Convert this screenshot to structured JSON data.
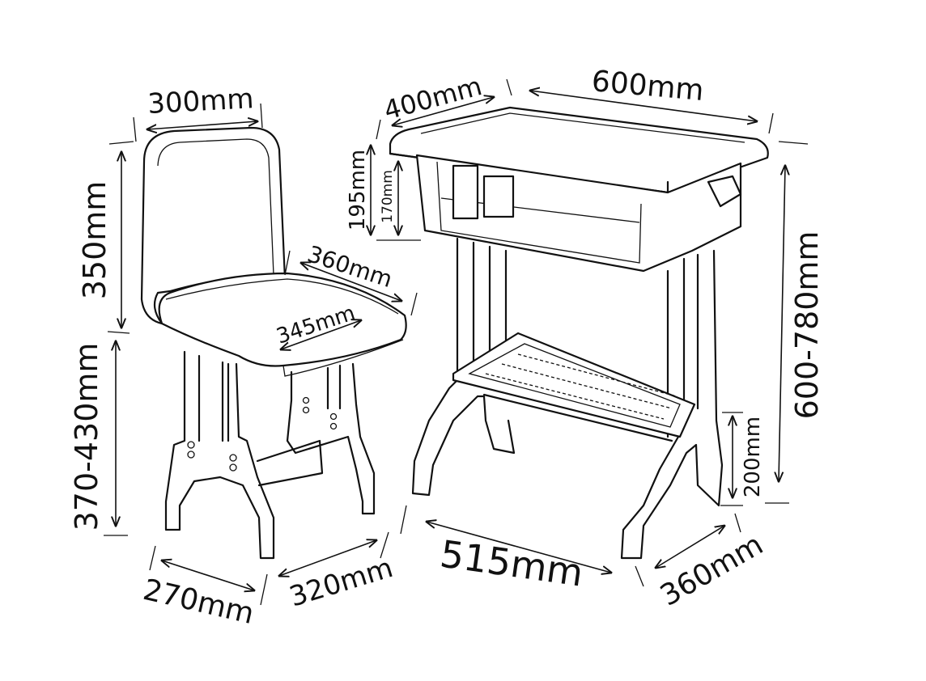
{
  "chair": {
    "back_width": "300mm",
    "back_height": "350mm",
    "seat_height": "370-430mm",
    "seat_depth": "360mm",
    "seat_width": "345mm",
    "base_depth": "270mm",
    "base_width": "320mm"
  },
  "desk": {
    "top_depth": "400mm",
    "top_width": "600mm",
    "drawer_height_outer": "195mm",
    "drawer_height_inner": "170mm",
    "desk_height": "600-780mm",
    "footrest_height": "200mm",
    "base_width": "515mm",
    "base_depth": "360mm"
  }
}
